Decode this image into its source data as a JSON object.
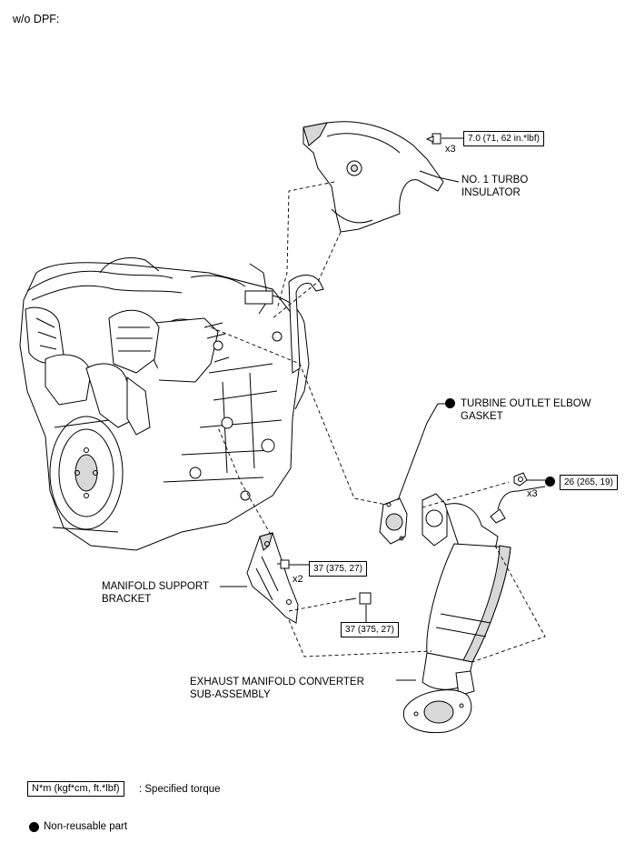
{
  "variant_label": "w/o DPF:",
  "parts": {
    "turbo_insulator": "NO. 1 TURBO\nINSULATOR",
    "turbine_gasket": "TURBINE OUTLET ELBOW\nGASKET",
    "manifold_bracket": "MANIFOLD SUPPORT\nBRACKET",
    "manifold_converter": "EXHAUST MANIFOLD CONVERTER\nSUB-ASSEMBLY"
  },
  "torques": {
    "insulator_bolt": "7.0 (71, 62 in.*lbf)",
    "converter_nut": "26 (265, 19)",
    "bracket_bolt_upper": "37 (375, 27)",
    "bracket_bolt_lower": "37 (375, 27)"
  },
  "quantities": {
    "insulator_bolt": "x3",
    "converter_nut": "x3",
    "bracket_bolt": "x2"
  },
  "legend": {
    "torque_unit_box": "N*m (kgf*cm, ft.*lbf)",
    "torque_desc": ": Specified torque",
    "nonreusable_desc": "Non-reusable part"
  },
  "colors": {
    "line": "#000000",
    "background": "#ffffff",
    "shading": "#d8d8d8"
  }
}
